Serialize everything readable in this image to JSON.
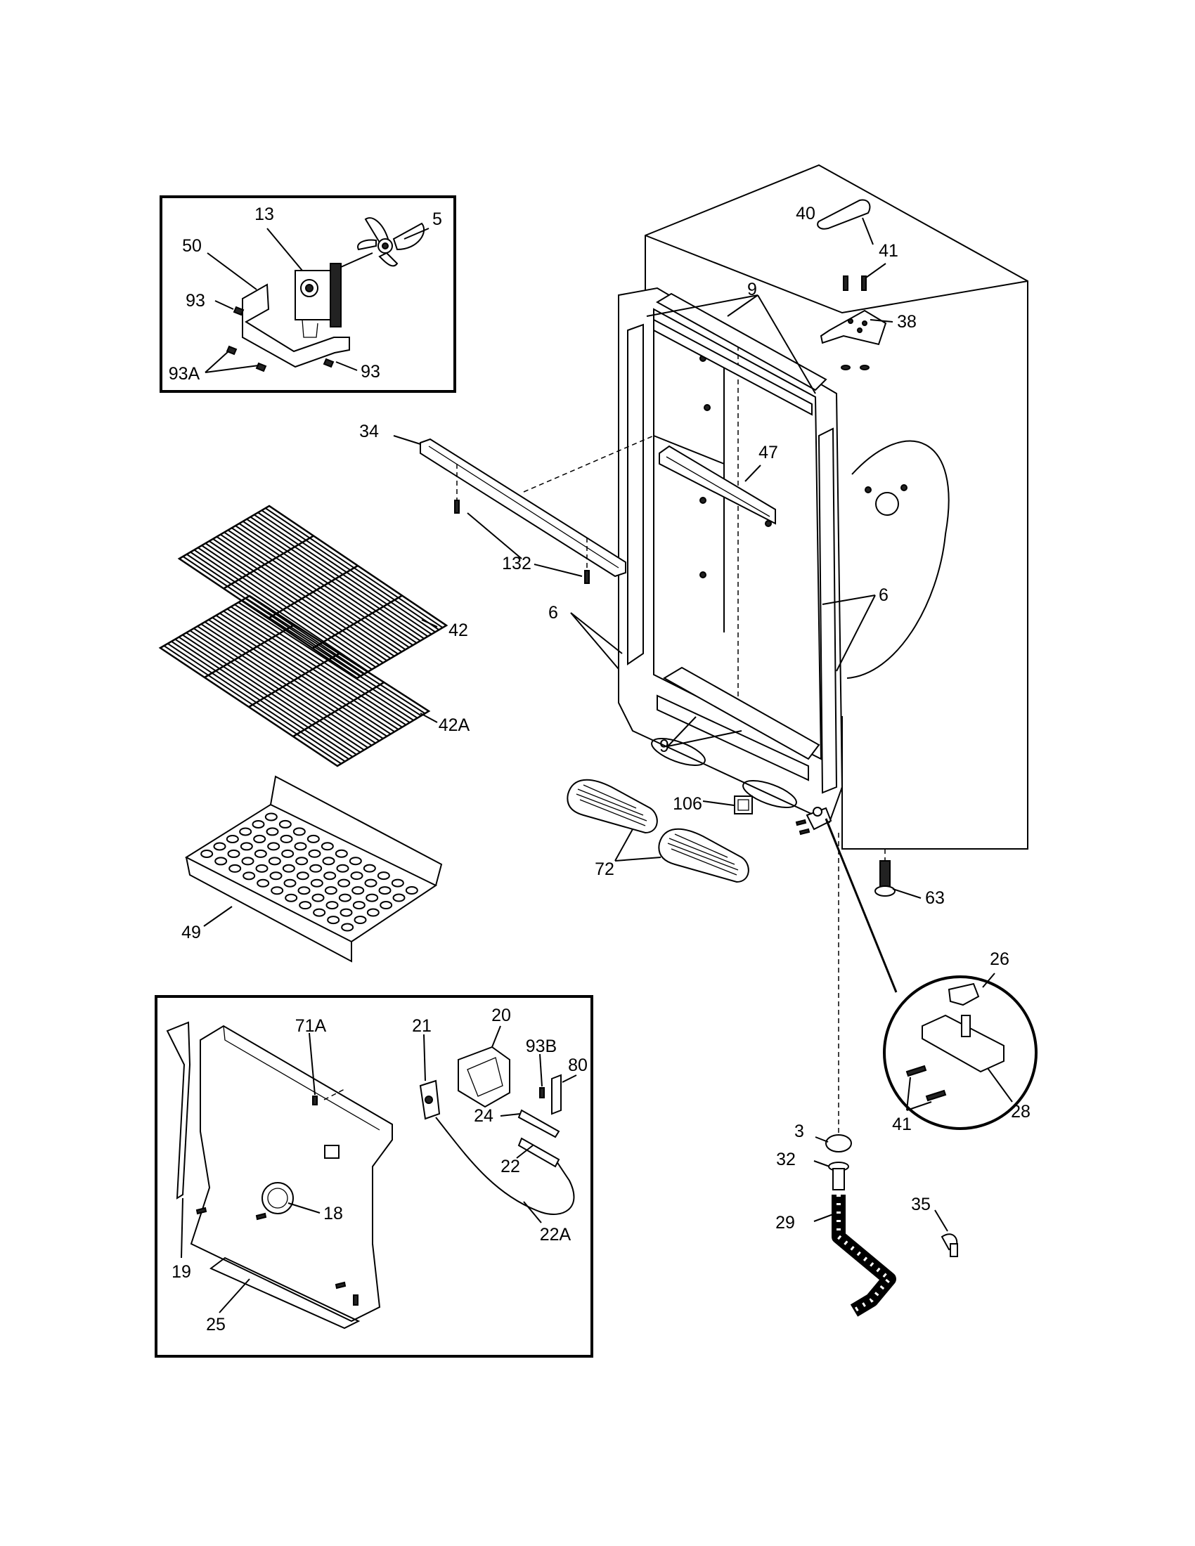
{
  "labels": {
    "l13": "13",
    "l5": "5",
    "l50": "50",
    "l93a": "93",
    "l93b": "93",
    "l93A": "93A",
    "l40": "40",
    "l41a": "41",
    "l38": "38",
    "l9a": "9",
    "l34": "34",
    "l47": "47",
    "l132": "132",
    "l6a": "6",
    "l6b": "6",
    "l42": "42",
    "l42A": "42A",
    "l9b": "9",
    "l106": "106",
    "l72": "72",
    "l63": "63",
    "l49": "49",
    "l26": "26",
    "l41b": "41",
    "l28": "28",
    "l3": "3",
    "l32": "32",
    "l29": "29",
    "l35": "35",
    "l20": "20",
    "l71A": "71A",
    "l21": "21",
    "l93B": "93B",
    "l80": "80",
    "l24": "24",
    "l22": "22",
    "l18": "18",
    "l22A": "22A",
    "l19": "19",
    "l25": "25"
  }
}
